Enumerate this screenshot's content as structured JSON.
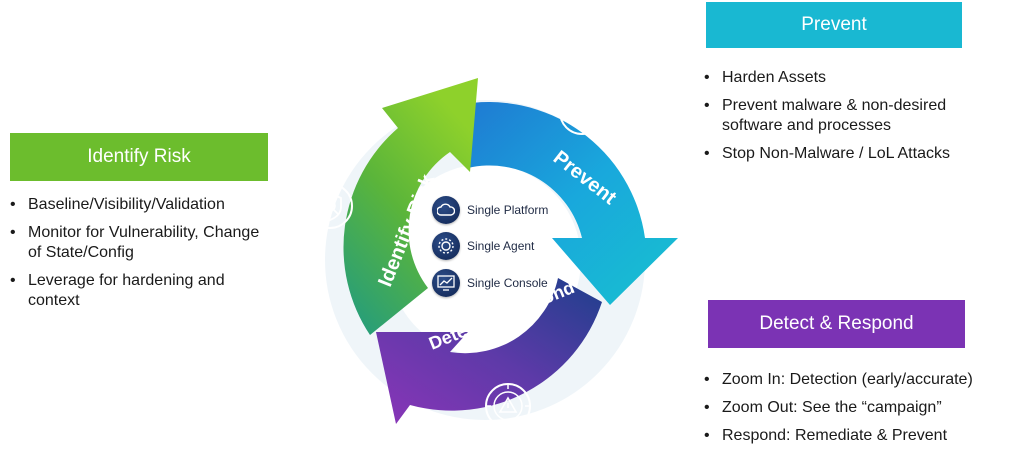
{
  "prevent": {
    "title": "Prevent",
    "bullets": [
      "Harden Assets",
      "Prevent malware & non-desired software and processes",
      "Stop Non-Malware / LoL Attacks"
    ]
  },
  "identify_risk": {
    "title": "Identify Risk",
    "bullets": [
      "Baseline/Visibility/Validation",
      "Monitor for Vulnerability, Change of State/Config",
      "Leverage for hardening and context"
    ]
  },
  "detect_respond": {
    "title": "Detect & Respond",
    "bullets": [
      "Zoom In: Detection (early/accurate)",
      "Zoom Out: See the “campaign”",
      "Respond: Remediate & Prevent"
    ]
  },
  "cycle": {
    "prevent_label": "Prevent",
    "identify_label": "Identify Risk",
    "detect_label": "Detect & Respond"
  },
  "center": {
    "items": [
      "Single Platform",
      "Single Agent",
      "Single Console"
    ]
  },
  "colors": {
    "green": "#6cbd2d",
    "cyan": "#19b8d2",
    "purple": "#7b33b4",
    "navy": "#0f2350"
  }
}
